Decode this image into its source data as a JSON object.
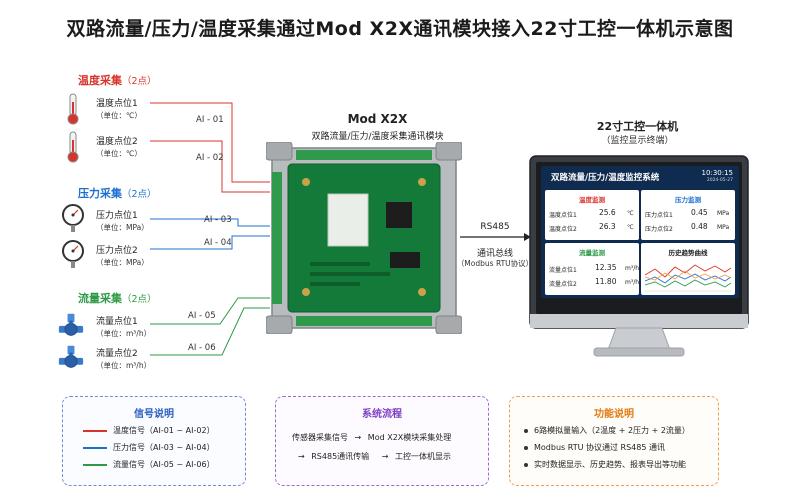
{
  "title": "双路流量/压力/温度采集通过Mod X2X通讯模块接入22寸工控一体机示意图",
  "groups": {
    "temperature": {
      "title": "温度采集",
      "count": "（2点）",
      "sensors": [
        {
          "name": "温度点位1",
          "unit": "（单位：℃）",
          "ai": "AI - 01"
        },
        {
          "name": "温度点位2",
          "unit": "（单位：℃）",
          "ai": "AI - 02"
        }
      ]
    },
    "pressure": {
      "title": "压力采集",
      "count": "（2点）",
      "sensors": [
        {
          "name": "压力点位1",
          "unit": "（单位：MPa）",
          "ai": "AI - 03"
        },
        {
          "name": "压力点位2",
          "unit": "（单位：MPa）",
          "ai": "AI - 04"
        }
      ]
    },
    "flow": {
      "title": "流量采集",
      "count": "（2点）",
      "sensors": [
        {
          "name": "流量点位1",
          "unit": "（单位：m³/h）",
          "ai": "AI - 05"
        },
        {
          "name": "流量点位2",
          "unit": "（单位：m³/h）",
          "ai": "AI - 06"
        }
      ]
    }
  },
  "device": {
    "title": "Mod X2X",
    "subtitle": "双路流量/压力/温度采集通讯模块"
  },
  "link": {
    "protocol": "RS485",
    "bus": "通讯总线",
    "detail": "（Modbus RTU协议）"
  },
  "monitor": {
    "title": "22寸工控一体机",
    "subtitle": "（监控显示终端）",
    "screen": {
      "title": "双路流量/压力/温度监控系统",
      "time": "10:30:15",
      "date": "2024-05-27",
      "temp_panel": {
        "title": "温度监测",
        "rows": [
          {
            "label": "温度点位1",
            "value": "25.6",
            "unit": "℃"
          },
          {
            "label": "温度点位2",
            "value": "26.3",
            "unit": "℃"
          }
        ]
      },
      "pressure_panel": {
        "title": "压力监测",
        "rows": [
          {
            "label": "压力点位1",
            "value": "0.45",
            "unit": "MPa"
          },
          {
            "label": "压力点位2",
            "value": "0.48",
            "unit": "MPa"
          }
        ]
      },
      "flow_panel": {
        "title": "流量监测",
        "rows": [
          {
            "label": "流量点位1",
            "value": "12.35",
            "unit": "m³/h"
          },
          {
            "label": "流量点位2",
            "value": "11.80",
            "unit": "m³/h"
          }
        ]
      },
      "trend_panel": {
        "title": "历史趋势曲线"
      }
    }
  },
  "legend": {
    "title": "信号说明",
    "items": [
      {
        "label": "温度信号（AI-01 ~ AI-02）",
        "color": "#d9342b"
      },
      {
        "label": "压力信号（AI-03 ~ AI-04）",
        "color": "#1f6fd1"
      },
      {
        "label": "流量信号（AI-05 ~ AI-06）",
        "color": "#2e9a46"
      }
    ]
  },
  "flow_desc": {
    "title": "系统流程",
    "step1": "传感器采集信号",
    "arrow": "→",
    "step2": "Mod X2X模块采集处理",
    "step3": "RS485通讯传输",
    "step4": "工控一体机显示"
  },
  "features": {
    "title": "功能说明",
    "items": [
      "6路模拟量输入（2温度 + 2压力 + 2流量）",
      "Modbus RTU 协议通过 RS485 通讯",
      "实时数据显示、历史趋势、报表导出等功能"
    ]
  },
  "colors": {
    "temperature": "#d9342b",
    "pressure": "#1f6fd1",
    "flow": "#2e9a46",
    "screen_bg": "#0f2b4f"
  }
}
